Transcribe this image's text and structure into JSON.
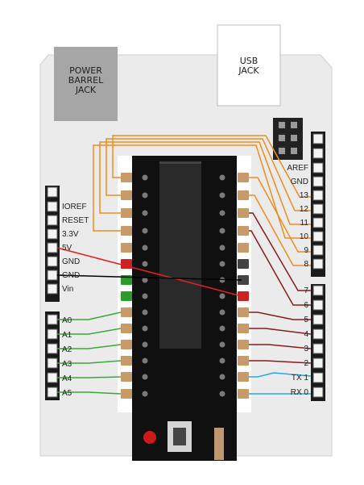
{
  "power_jack": {
    "lines": [
      "POWER",
      "BARREL",
      "JACK"
    ]
  },
  "usb_jack": {
    "lines": [
      "USB",
      "JACK"
    ]
  },
  "left_header": [
    "IOREF",
    "RESET",
    "3.3V",
    "5V",
    "GND",
    "GND",
    "Vin"
  ],
  "analog_header": [
    "A0",
    "A1",
    "A2",
    "A3",
    "A4",
    "A5"
  ],
  "right_header_top": [
    "AREF",
    "GND",
    "13",
    "12",
    "11",
    "10",
    "9",
    "8"
  ],
  "right_header_bottom": [
    "7",
    "6",
    "5",
    "4",
    "3",
    "2",
    "TX 1",
    "RX 0"
  ],
  "colors": {
    "board": "#ebebeb",
    "power_jack": "#a6a6a6",
    "usb_jack": "#ffffff",
    "module": "#101010",
    "pad": "#c89a6a",
    "wire_digital_high": "#f08c1e",
    "wire_digital_low": "#8b1a1a",
    "wire_analog": "#3aaa35",
    "wire_serial": "#29a9e0",
    "wire_5v": "#e02020",
    "wire_gnd": "#000000"
  }
}
